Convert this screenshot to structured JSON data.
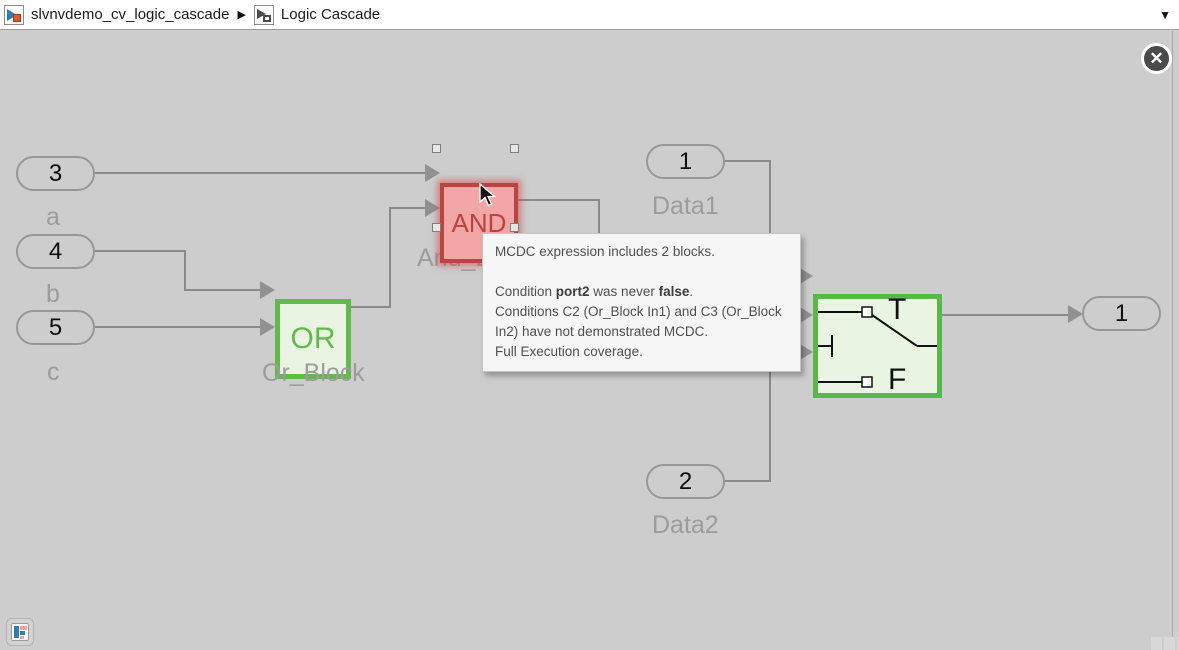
{
  "breadcrumb": {
    "model": "slvnvdemo_cv_logic_cascade",
    "separator": "▶",
    "subsystem": "Logic Cascade"
  },
  "icons": {
    "chevron_down": "▼",
    "close": "✕"
  },
  "blocks": {
    "inport_a": {
      "value": "3",
      "label": "a"
    },
    "inport_b": {
      "value": "4",
      "label": "b"
    },
    "inport_c": {
      "value": "5",
      "label": "c"
    },
    "or_block": {
      "text": "OR",
      "label": "Or_Block"
    },
    "and_block": {
      "text": "AND",
      "label": "And_Block"
    },
    "data1": {
      "value": "1",
      "label": "Data1"
    },
    "data2": {
      "value": "2",
      "label": "Data2"
    },
    "switch_block": {
      "true_label": "T",
      "false_label": "F"
    },
    "outport": {
      "value": "1"
    }
  },
  "tooltip": {
    "line1": "MCDC expression includes 2 blocks.",
    "cond_pre": "Condition ",
    "cond_bold1": "port2",
    "cond_mid": " was never ",
    "cond_bold2": "false",
    "cond_post": ".",
    "line3": "Conditions C2 (Or_Block In1) and C3 (Or_Block In2) have not demonstrated MCDC.",
    "line4": "Full Execution coverage."
  },
  "colors": {
    "canvas_bg": "#cdcdcd",
    "pass_green_border": "#62ba4a",
    "pass_green_fill": "#e9f5e2",
    "fail_red_border": "#bb4340",
    "fail_red_fill": "#f2a7a6",
    "wire_gray": "#8a8a8a",
    "label_gray": "#9c9c9c",
    "tooltip_bg": "#f6f6f6"
  }
}
